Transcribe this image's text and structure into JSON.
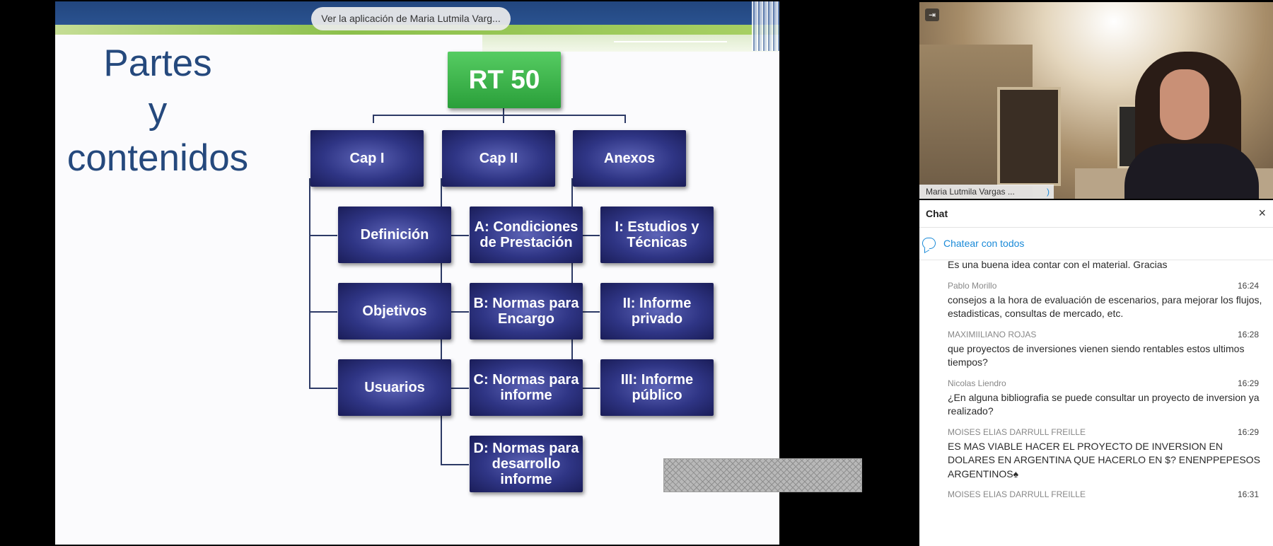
{
  "share": {
    "view_app_label": "Ver la aplicación de Maria Lutmila Varg..."
  },
  "slide": {
    "title_lines": [
      "Partes",
      "y",
      "contenidos"
    ],
    "root": "RT 50",
    "chapters": [
      "Cap I",
      "Cap II",
      "Anexos"
    ],
    "cap1_items": [
      "Definición",
      "Objetivos",
      "Usuarios"
    ],
    "cap2_items": [
      "A: Condiciones de Prestación",
      "B: Normas para Encargo",
      "C: Normas para informe",
      "D: Normas para desarrollo informe"
    ],
    "anexos_items": [
      "I: Estudios y Técnicas",
      "II: Informe privado",
      "III: Informe público"
    ]
  },
  "video": {
    "participant_name": "Maria Lutmila Vargas ..."
  },
  "chat": {
    "title": "Chat",
    "close_icon": "×",
    "recipient_label": "Chatear con todos",
    "messages": [
      {
        "sender": "",
        "time": "",
        "text": "Es una buena idea contar con el material. Gracias"
      },
      {
        "sender": "Pablo Morillo",
        "time": "16:24",
        "text": "consejos a la hora de evaluación de escenarios, para mejorar los flujos, estadisticas, consultas de mercado, etc."
      },
      {
        "sender": "MAXIMIILIANO ROJAS",
        "time": "16:28",
        "text": "que proyectos de inversiones vienen siendo rentables estos ultimos tiempos?"
      },
      {
        "sender": "Nicolas Liendro",
        "time": "16:29",
        "text": "¿En alguna bibliografia se puede consultar un proyecto de inversion ya realizado?"
      },
      {
        "sender": "MOISES ELIAS DARRULL FREILLE",
        "time": "16:29",
        "text": "ES MAS VIABLE HACER EL PROYECTO DE INVERSION EN DOLARES EN ARGENTINA QUE HACERLO EN $? ENENPPEPESOS ARGENTINOS♠"
      },
      {
        "sender": "MOISES ELIAS DARRULL FREILLE",
        "time": "16:31",
        "text": ""
      }
    ]
  }
}
